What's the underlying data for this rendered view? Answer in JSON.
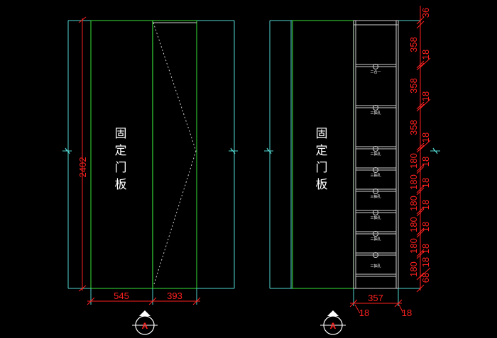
{
  "left_view": {
    "panel_label": [
      "固",
      "定",
      "门",
      "板"
    ],
    "dim_height": "2402",
    "dim_width_a": "545",
    "dim_width_b": "393",
    "section_mark": "A"
  },
  "right_view": {
    "panel_label": [
      "固",
      "定",
      "门",
      "板"
    ],
    "dim_top": "36",
    "dims_358": [
      "358",
      "358",
      "358"
    ],
    "dims_18": [
      "18",
      "18",
      "18",
      "18",
      "18",
      "18",
      "18",
      "18",
      "18"
    ],
    "dims_180": [
      "180",
      "180",
      "180",
      "180",
      "180",
      "180"
    ],
    "dim_68": "68",
    "dim_width": "357",
    "dim_side_a": "18",
    "dim_side_b": "18",
    "shelf_labels": [
      "二合一",
      "三抽孔",
      "三抽孔",
      "三抽孔",
      "三抽孔",
      "三抽孔",
      "三抽孔",
      "三抽孔"
    ],
    "section_mark": "A"
  }
}
